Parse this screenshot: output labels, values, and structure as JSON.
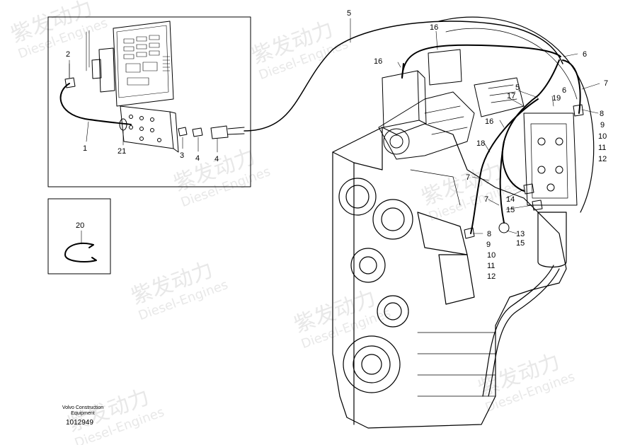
{
  "callouts": {
    "c1": "1",
    "c2": "2",
    "c3": "3",
    "c4a": "4",
    "c4b": "4",
    "c5a": "5",
    "c5b": "5",
    "c6a": "6",
    "c6b": "6",
    "c7a": "7",
    "c7b": "7",
    "c7c": "7",
    "c8a": "8",
    "c8b": "8",
    "c9a": "9",
    "c9b": "9",
    "c10a": "10",
    "c10b": "10",
    "c11a": "11",
    "c11b": "11",
    "c12a": "12",
    "c12b": "12",
    "c13": "13",
    "c14": "14",
    "c15a": "15",
    "c15b": "15",
    "c16a": "16",
    "c16b": "16",
    "c16c": "16",
    "c17": "17",
    "c18": "18",
    "c19": "19",
    "c20": "20",
    "c21": "21"
  },
  "footer": {
    "publisher_line1": "Volvo Construction",
    "publisher_line2": "Equipment",
    "drawing_id": "1012949"
  },
  "watermark": {
    "brand_cn": "紫发动力",
    "brand_en": "Diesel-Engines"
  },
  "colors": {
    "line": "#000000",
    "background": "#ffffff",
    "watermark": "#e8e8e8"
  }
}
